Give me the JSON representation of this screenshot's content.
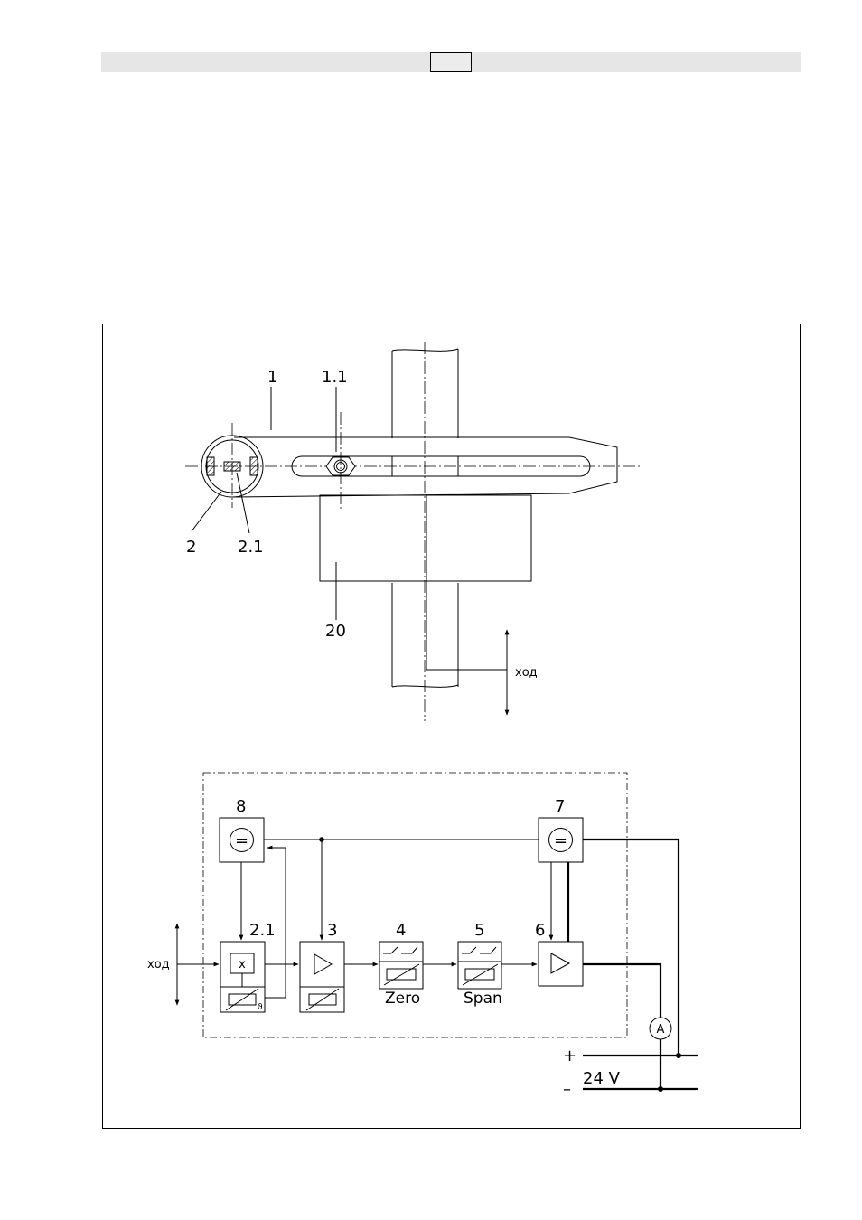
{
  "header": {
    "page_number": ""
  },
  "mechanical": {
    "labels": {
      "lever": "1",
      "slot_nut": "1.1",
      "magnet": "2",
      "sensor": "2.1",
      "housing": "20",
      "stroke": "ход"
    }
  },
  "block_diagram": {
    "labels": {
      "b8": "8",
      "b7": "7",
      "b21": "2.1",
      "b3": "3",
      "b4": "4",
      "b5": "5",
      "b6": "6",
      "zero": "Zero",
      "span": "Span",
      "stroke": "ход",
      "plus": "+",
      "minus": "–",
      "voltage": "24 V",
      "ammeter": "A",
      "equals_8": "=",
      "equals_7": "=",
      "multiply": "x"
    }
  }
}
